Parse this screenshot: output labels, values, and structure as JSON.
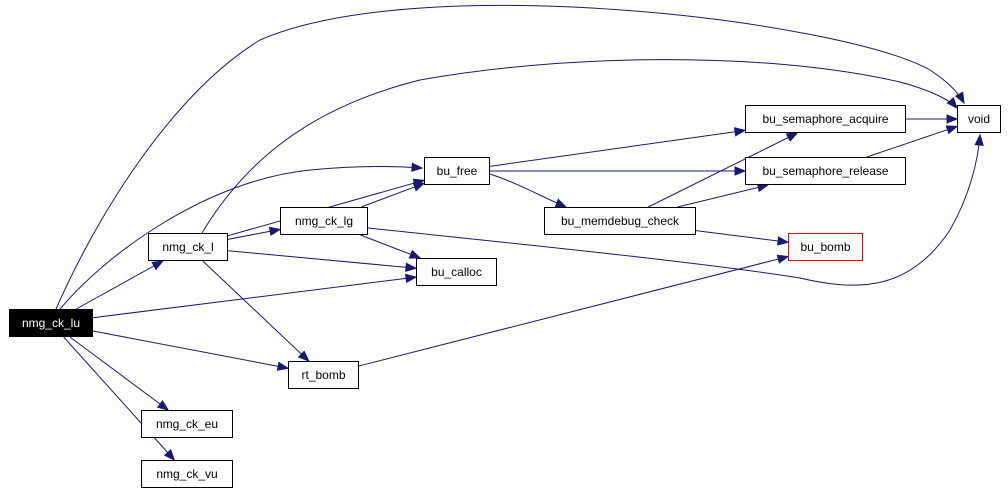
{
  "nodes": {
    "nmg_ck_lu": {
      "label": "nmg_ck_lu",
      "style": "root"
    },
    "nmg_ck_l": {
      "label": "nmg_ck_l",
      "style": "normal"
    },
    "nmg_ck_eu": {
      "label": "nmg_ck_eu",
      "style": "normal"
    },
    "nmg_ck_vu": {
      "label": "nmg_ck_vu",
      "style": "normal"
    },
    "nmg_ck_lg": {
      "label": "nmg_ck_lg",
      "style": "normal"
    },
    "rt_bomb": {
      "label": "rt_bomb",
      "style": "normal"
    },
    "bu_free": {
      "label": "bu_free",
      "style": "normal"
    },
    "bu_calloc": {
      "label": "bu_calloc",
      "style": "normal"
    },
    "bu_memdebug_check": {
      "label": "bu_memdebug_check",
      "style": "normal"
    },
    "bu_semaphore_acquire": {
      "label": "bu_semaphore_acquire",
      "style": "normal"
    },
    "bu_semaphore_release": {
      "label": "bu_semaphore_release",
      "style": "normal"
    },
    "bu_bomb": {
      "label": "bu_bomb",
      "style": "red"
    },
    "void": {
      "label": "void",
      "style": "normal"
    }
  },
  "edges": [
    [
      "nmg_ck_lu",
      "void"
    ],
    [
      "nmg_ck_lu",
      "bu_free"
    ],
    [
      "nmg_ck_lu",
      "nmg_ck_l"
    ],
    [
      "nmg_ck_lu",
      "bu_calloc"
    ],
    [
      "nmg_ck_lu",
      "rt_bomb"
    ],
    [
      "nmg_ck_lu",
      "nmg_ck_eu"
    ],
    [
      "nmg_ck_lu",
      "nmg_ck_vu"
    ],
    [
      "nmg_ck_l",
      "void"
    ],
    [
      "nmg_ck_l",
      "bu_free"
    ],
    [
      "nmg_ck_l",
      "nmg_ck_lg"
    ],
    [
      "nmg_ck_l",
      "bu_calloc"
    ],
    [
      "nmg_ck_l",
      "rt_bomb"
    ],
    [
      "nmg_ck_lg",
      "bu_free"
    ],
    [
      "nmg_ck_lg",
      "bu_calloc"
    ],
    [
      "nmg_ck_lg",
      "void"
    ],
    [
      "bu_free",
      "bu_semaphore_acquire"
    ],
    [
      "bu_free",
      "bu_semaphore_release"
    ],
    [
      "bu_free",
      "bu_memdebug_check"
    ],
    [
      "bu_memdebug_check",
      "bu_semaphore_acquire"
    ],
    [
      "bu_memdebug_check",
      "bu_semaphore_release"
    ],
    [
      "bu_memdebug_check",
      "bu_bomb"
    ],
    [
      "bu_semaphore_acquire",
      "void"
    ],
    [
      "bu_semaphore_release",
      "void"
    ],
    [
      "rt_bomb",
      "bu_bomb"
    ]
  ],
  "colors": {
    "edge": "#191970",
    "node_border": "#000000",
    "root_fill": "#000000",
    "root_text": "#ffffff",
    "highlight_border": "#ff0000"
  }
}
